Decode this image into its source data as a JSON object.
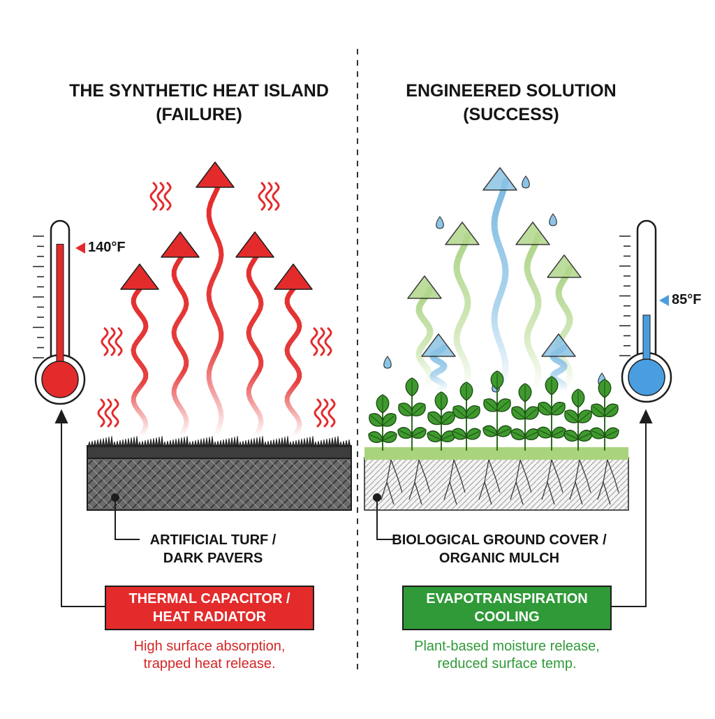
{
  "left": {
    "title": "THE SYNTHETIC HEAT ISLAND\n(FAILURE)",
    "temperature": "140°F",
    "thermometer_level": 0.9,
    "surface_label": "ARTIFICIAL TURF /\nDARK PAVERS",
    "box_label": "THERMAL CAPACITOR /\nHEAT RADIATOR",
    "description": "High surface absorption,\ntrapped heat release.",
    "accent_color": "#e32b2b"
  },
  "right": {
    "title": "ENGINEERED SOLUTION\n(SUCCESS)",
    "temperature": "85°F",
    "thermometer_level": 0.42,
    "surface_label": "BIOLOGICAL GROUND COVER /\nORGANIC MULCH",
    "box_label": "EVAPOTRANSPIRATION\nCOOLING",
    "description": "Plant-based moisture release,\nreduced surface temp.",
    "accent_color": "#2f9a37",
    "water_color": "#8cc4e6",
    "leaf_color": "#3f9a2e"
  },
  "icons": [
    "thermometer-hot-icon",
    "thermometer-cool-icon",
    "heat-arrow-icon",
    "heat-shimmer-icon",
    "cool-air-arrow-icon",
    "water-droplet-icon",
    "plant-icon"
  ]
}
